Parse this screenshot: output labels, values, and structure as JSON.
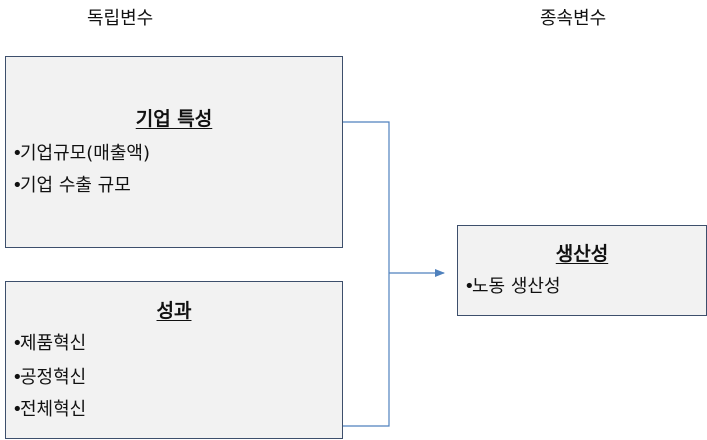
{
  "headings": {
    "independent": "독립변수",
    "dependent": "종속변수"
  },
  "boxes": {
    "firm": {
      "title": "기업 특성",
      "items": [
        "기업규모(매출액)",
        "기업 수출 규모"
      ]
    },
    "performance": {
      "title": "성과",
      "items": [
        "제품혁신",
        "공정혁신",
        "전체혁신"
      ]
    },
    "productivity": {
      "title": "생산성",
      "items": [
        "노동 생산성"
      ]
    }
  },
  "bullet_symbol": "•",
  "colors": {
    "box_border": "#3d4f6c",
    "box_fill": "#f2f2f2",
    "connector": "#4f81bd"
  }
}
